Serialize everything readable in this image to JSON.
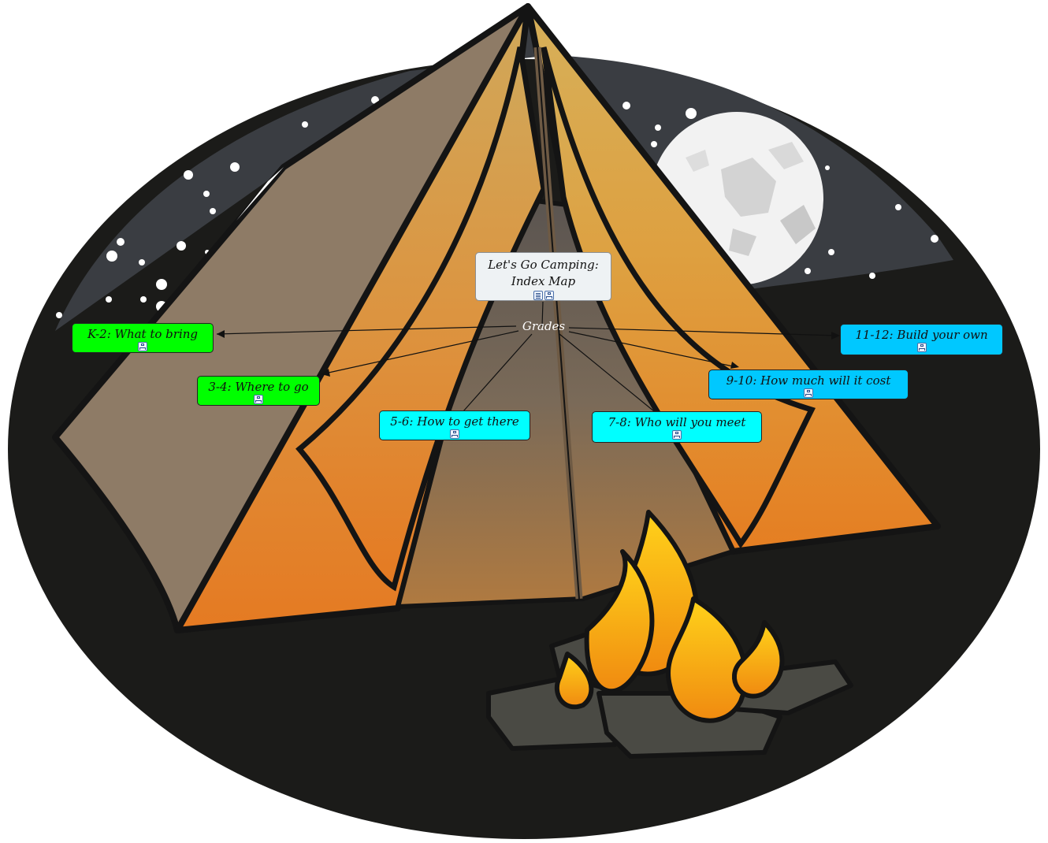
{
  "map_title": "Let's Go Camping: Index Map",
  "hub_label": "Grades",
  "colors": {
    "green": "#00ff00",
    "cyan": "#00ffff",
    "sky": "#00c8ff",
    "root": "#eef2f4",
    "sky_bg": "#373a3e",
    "ground": "#1a1a18",
    "tent_side": "#8e7b66",
    "tent_front": "#e58a28",
    "fire": "#f6b21a",
    "moon": "#f2f2f2"
  },
  "topics": [
    {
      "id": "k2",
      "label": "K-2: What to bring",
      "color": "green",
      "icon": "map-icon"
    },
    {
      "id": "g34",
      "label": "3-4: Where to go",
      "color": "green",
      "icon": "map-icon"
    },
    {
      "id": "g56",
      "label": "5-6: How to get there",
      "color": "cyan",
      "icon": "map-icon"
    },
    {
      "id": "g78",
      "label": "7-8: Who will you meet",
      "color": "cyan",
      "icon": "map-icon"
    },
    {
      "id": "g910",
      "label": "9-10: How much will it cost",
      "color": "sky",
      "icon": "map-icon"
    },
    {
      "id": "g1112",
      "label": "11-12: Build your own",
      "color": "sky",
      "icon": "map-icon"
    }
  ],
  "root_icons": [
    "notes-icon",
    "map-icon"
  ]
}
